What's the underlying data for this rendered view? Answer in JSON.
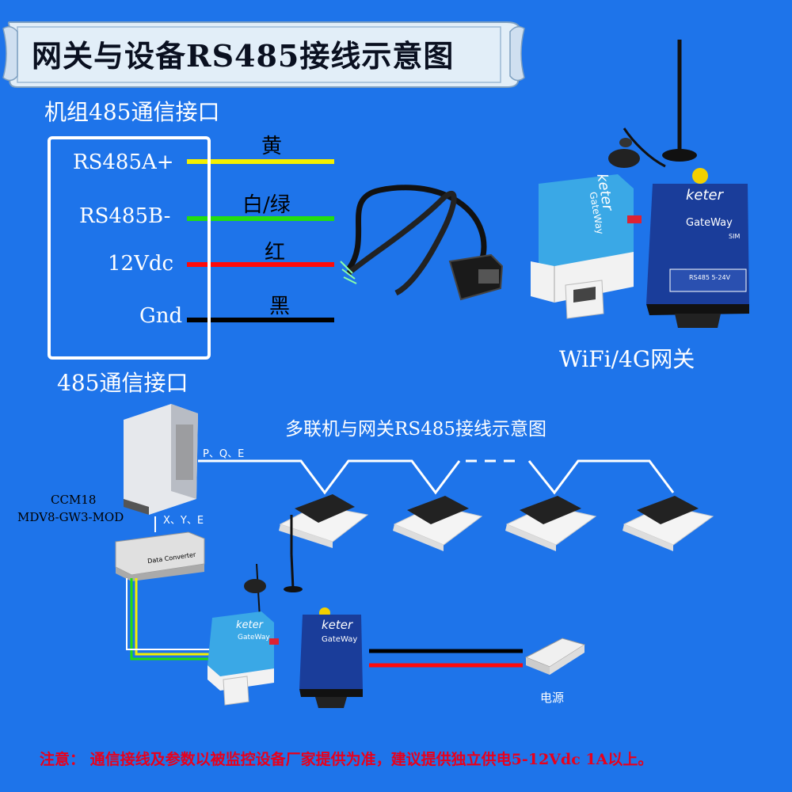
{
  "title": "网关与设备RS485接线示意图",
  "unit_interface_title": "机组485通信接口",
  "interface_caption": "485通信接口",
  "pins": [
    {
      "label": "RS485A+",
      "wire_label": "黄",
      "color": "#f5f000"
    },
    {
      "label": "RS485B-",
      "wire_label": "白/绿",
      "color": "#22dd11"
    },
    {
      "label": "12Vdc",
      "wire_label": "红",
      "color": "#ff0a0a"
    },
    {
      "label": "Gnd",
      "wire_label": "黑",
      "color": "#000000"
    }
  ],
  "gateway_caption": "WiFi/4G网关",
  "gateway_brand": "keter",
  "gateway_name": "GateWay",
  "gateway_sim": "SIM",
  "gateway_terminal": "RS485 5-24V",
  "converter_label": "Data Converter",
  "vrf_section_title": "多联机与网关RS485接线示意图",
  "pqe_label": "P、Q、E",
  "xye_label": "X、Y、E",
  "ccm_label_1": "CCM18",
  "ccm_label_2": "MDV8-GW3-MOD",
  "power_label": "电源",
  "note": "注意：  通信接线及参数以被监控设备厂家提供为准，建议提供独立供电5-12Vdc 1A以上。",
  "colors": {
    "background": "#1e74ea",
    "note": "#e8001c",
    "gateway_blue": "#3aa8e6",
    "gateway_dark": "#1a3d9a"
  }
}
